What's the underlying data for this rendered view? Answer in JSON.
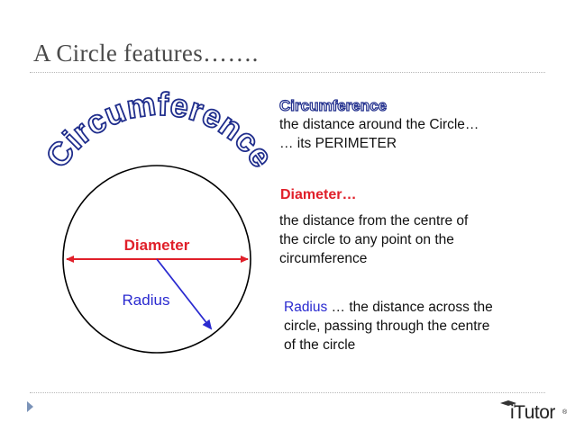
{
  "title": "A Circle features…….",
  "arc_word": "Circumference",
  "diagram": {
    "diameter_label": "Diameter",
    "radius_label": "Radius"
  },
  "circumference": {
    "heading": "Circumference",
    "line1": "the distance around the Circle…",
    "line2": "… its PERIMETER"
  },
  "diameter": {
    "heading": "Diameter…",
    "line1": " the distance from the centre of",
    "line2": "the circle to any point on the",
    "line3": "circumference"
  },
  "radius": {
    "word": "Radius",
    "line1_rest": " … the distance across the",
    "line2": "circle, passing through the centre",
    "line3": "of the circle"
  },
  "logo": {
    "text": "iTutor",
    "reg": "®"
  },
  "colors": {
    "red": "#e0202a",
    "blue": "#2a2ad0",
    "dark_blue": "#1f2d8c",
    "title_gray": "#4a4a4a"
  }
}
